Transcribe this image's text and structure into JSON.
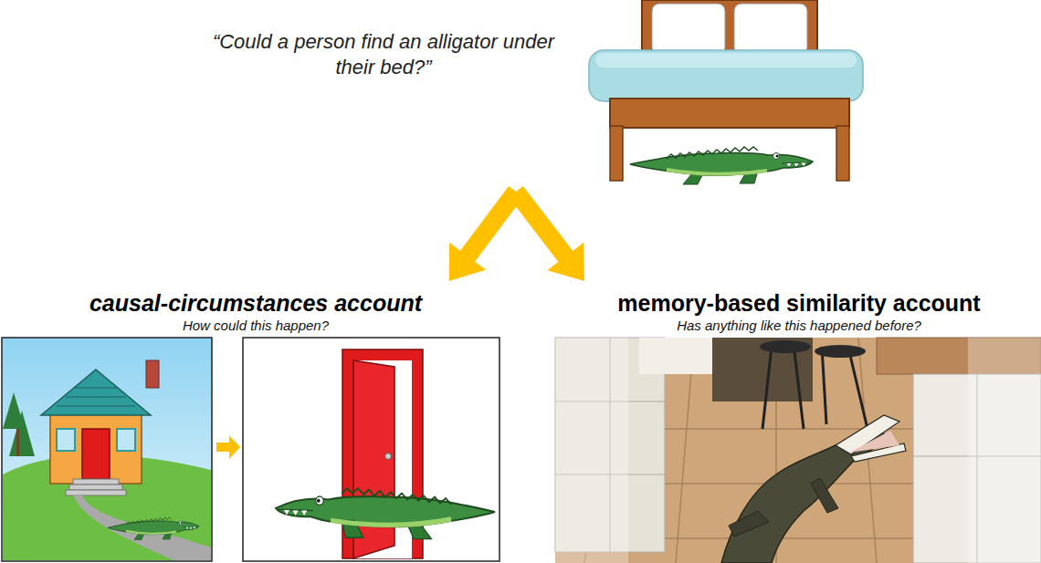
{
  "diagram": {
    "nodes": [
      {
        "text": [
          "“Could a person find an alligator under their bed?”"
        ]
      },
      {
        "text": [
          "causal-circumstances account",
          "How could this happen?"
        ]
      },
      {
        "text": [
          "memory-based similarity account",
          "Has anything like this happened before?"
        ]
      }
    ],
    "edges": [
      {
        "from": 0,
        "to": 1,
        "arrow": "to"
      },
      {
        "from": 0,
        "to": 2,
        "arrow": "to"
      }
    ]
  }
}
